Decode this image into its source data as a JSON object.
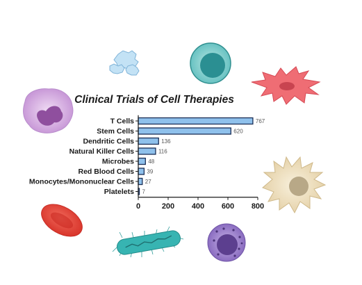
{
  "chart_data": {
    "type": "bar",
    "orientation": "horizontal",
    "title": "Clinical Trials of Cell Therapies",
    "xlabel": "",
    "ylabel": "",
    "categories": [
      "T Cells",
      "Stem Cells",
      "Dendritic Cells",
      "Natural Killer Cells",
      "Microbes",
      "Red Blood Cells",
      "Monocytes/Mononuclear Cells",
      "Platelets"
    ],
    "values": [
      767,
      620,
      136,
      116,
      48,
      39,
      27,
      7
    ],
    "xlim": [
      0,
      800
    ],
    "xticks": [
      0,
      200,
      400,
      600,
      800
    ],
    "grid": false,
    "legend": "none",
    "bar_color": "#8fc1ec",
    "bar_edge_color": "#1b2f57"
  },
  "illustrations": [
    {
      "name": "platelets-icon",
      "color": "#bfe0f4"
    },
    {
      "name": "lymphocyte-icon",
      "color": "#6cc4c4"
    },
    {
      "name": "dendritic-cell-icon",
      "color": "#ee6b72"
    },
    {
      "name": "neutrophil-icon",
      "color": "#c99ad8"
    },
    {
      "name": "macrophage-icon",
      "color": "#efe2c4"
    },
    {
      "name": "red-blood-cell-icon",
      "color": "#ea4a3e"
    },
    {
      "name": "bacterium-icon",
      "color": "#3bb6b4"
    },
    {
      "name": "mast-cell-icon",
      "color": "#8a6cc0"
    }
  ]
}
